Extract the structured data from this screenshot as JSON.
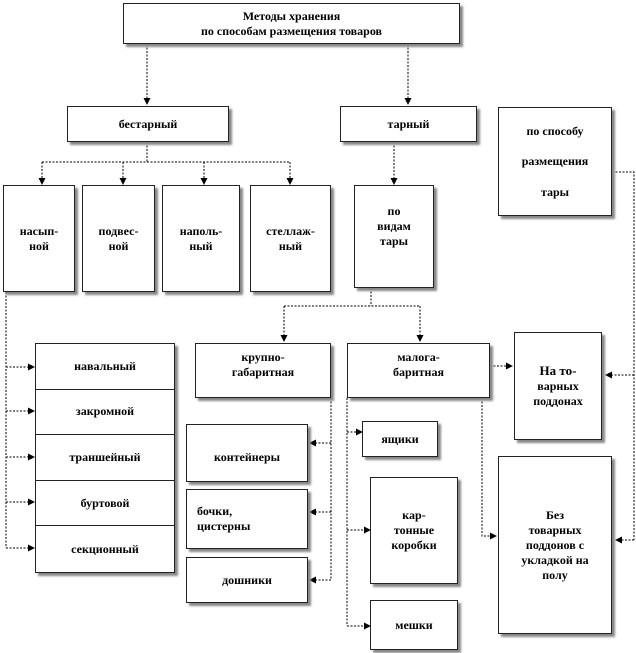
{
  "root": {
    "line1": "Методы хранения",
    "line2": "по способам размещения товаров"
  },
  "bestarny": "бестарный",
  "tarny": "тарный",
  "by_method": {
    "line1": "по способу",
    "line2": "размещения",
    "line3": "тары"
  },
  "bulk": {
    "line1": "насып-",
    "line2": "ной"
  },
  "hanging": {
    "line1": "подвес-",
    "line2": "ной"
  },
  "floor": {
    "line1": "наполь-",
    "line2": "ный"
  },
  "rack": {
    "line1": "стеллаж-",
    "line2": "ный"
  },
  "by_type": {
    "line1": "по",
    "line2": "видам",
    "line3": "тары"
  },
  "pile_types": [
    "навальный",
    "закромной",
    "траншейный",
    "буртовой",
    "секционный"
  ],
  "large": {
    "line1": "крупно-",
    "line2": "габаритная"
  },
  "small": {
    "line1": "малога-",
    "line2": "баритная"
  },
  "containers": "контейнеры",
  "barrels": {
    "line1": "бочки,",
    "line2": "цистерны"
  },
  "tubs": "дошники",
  "boxes": "ящики",
  "cartons": {
    "line1": "кар-",
    "line2": "тонные",
    "line3": "коробки"
  },
  "bags": "мешки",
  "on_pallets": {
    "line1": "На то-",
    "line2": "варных",
    "line3": "поддонах"
  },
  "no_pallets": {
    "line1": "Без",
    "line2": "товарных",
    "line3": "поддонов с",
    "line4": "укладкой на",
    "line5": "полу"
  }
}
